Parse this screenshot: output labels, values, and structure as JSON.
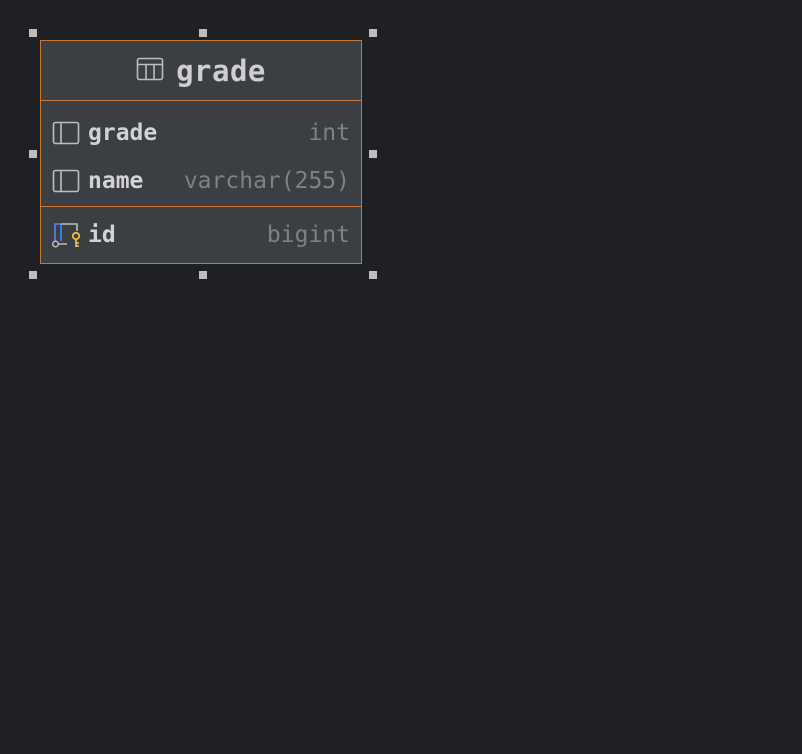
{
  "entity": {
    "name": "grade",
    "icon": "table-icon",
    "border_color": "#c8773a",
    "columns": [
      {
        "name": "grade",
        "type": "int",
        "icon": "column-icon"
      },
      {
        "name": "name",
        "type": "varchar(255)",
        "icon": "column-icon"
      }
    ],
    "primary_key": {
      "name": "id",
      "type": "bigint",
      "icon": "primary-key-column-icon"
    }
  }
}
